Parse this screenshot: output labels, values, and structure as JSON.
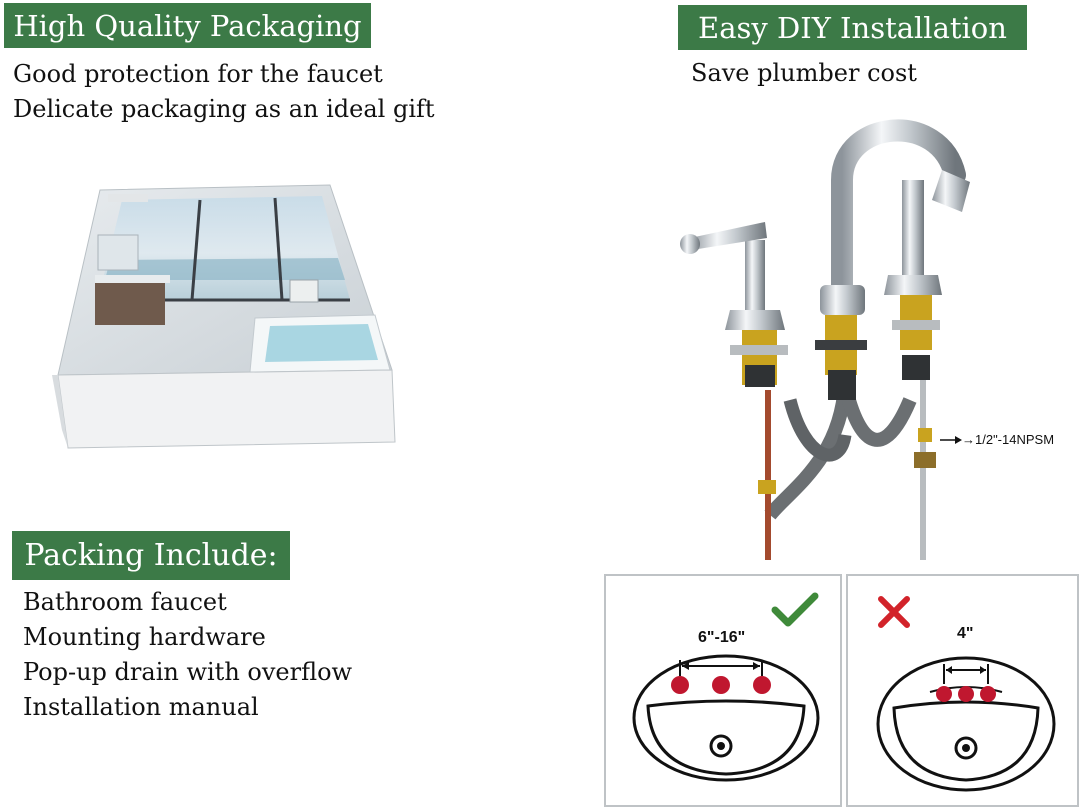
{
  "packaging": {
    "banner": "High Quality Packaging",
    "lines": [
      "Good protection for the faucet",
      "Delicate packaging as an ideal gift"
    ]
  },
  "installation": {
    "banner": "Easy DIY Installation",
    "lines": [
      "Save plumber cost"
    ],
    "thread_label": "1/2\"-14NPSM"
  },
  "packing": {
    "banner": "Packing Include:",
    "items": [
      "Bathroom faucet",
      "Mounting hardware",
      "Pop-up drain with overflow",
      "Installation manual"
    ]
  },
  "compatibility": {
    "good": {
      "mark": "check-icon",
      "spacing": "6\"-16\"",
      "color": "#3f8a3a"
    },
    "bad": {
      "mark": "cross-icon",
      "spacing": "4\"",
      "color": "#d2232a"
    }
  },
  "colors": {
    "banner": "#3c7a47",
    "hole": "#c0172f"
  }
}
